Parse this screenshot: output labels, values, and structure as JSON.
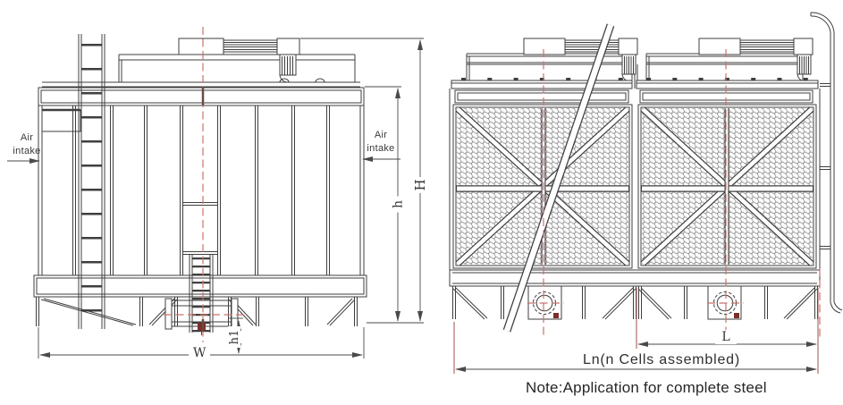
{
  "note": {
    "text": "Note:Application for complete steel"
  },
  "left_view": {
    "air_intake_left": {
      "line1": "Air",
      "line2": "intake"
    },
    "air_intake_right": {
      "line1": "Air",
      "line2": "intake"
    },
    "dims": {
      "W": "W",
      "h1": "h1",
      "h": "h",
      "H": "H"
    }
  },
  "right_view": {
    "dims": {
      "L": "L",
      "Ln": "Ln(n Cells assembled)"
    }
  },
  "colors": {
    "line": "#3f3f3f",
    "centerline": "#c8736b",
    "dark_red": "#7a2e28",
    "background": "#ffffff"
  }
}
